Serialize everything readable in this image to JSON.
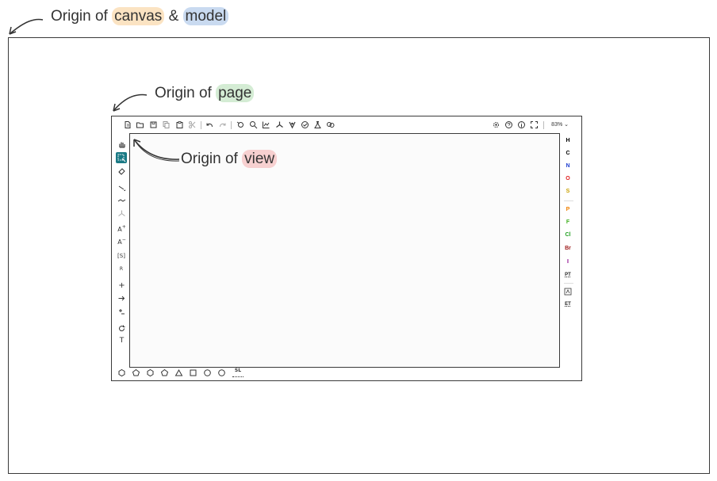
{
  "annotations": {
    "canvas_model": {
      "prefix": "Origin of ",
      "canvas": "canvas",
      "amp": " & ",
      "model": "model"
    },
    "page": {
      "prefix": "Origin of ",
      "word": "page"
    },
    "view": {
      "prefix": "Origin of ",
      "word": "view"
    }
  },
  "colors": {
    "canvas_highlight": "#fbe3c2",
    "model_highlight": "#c9daf0",
    "page_highlight": "#d4ecd4",
    "view_highlight": "#f7d0d0",
    "select_tool_bg": "#1b7a85"
  },
  "top_toolbar": {
    "tools": [
      "new-file-icon",
      "open-file-icon",
      "save-icon",
      "copy-icon",
      "paste-icon",
      "cut-icon",
      "undo-icon",
      "redo-icon",
      "layout-icon",
      "zoom-icon",
      "chart-icon",
      "structure-icon",
      "aromatize-icon",
      "check-icon",
      "analyze-icon",
      "3d-view-icon"
    ],
    "right_tools": [
      "settings-icon",
      "help-icon",
      "about-icon",
      "fullscreen-icon"
    ],
    "zoom": "83%"
  },
  "left_toolbar": {
    "labels": {
      "charge_plus": "A",
      "charge_minus": "A",
      "sgroup": "[S]",
      "rgroup": "R",
      "plus": "+",
      "text": "T"
    }
  },
  "right_toolbar": {
    "atoms": [
      {
        "symbol": "H",
        "color": "#000000"
      },
      {
        "symbol": "C",
        "color": "#000000"
      },
      {
        "symbol": "N",
        "color": "#1f3fd0"
      },
      {
        "symbol": "O",
        "color": "#e02020"
      },
      {
        "symbol": "S",
        "color": "#c9a100"
      },
      {
        "symbol": "P",
        "color": "#f08000"
      },
      {
        "symbol": "F",
        "color": "#40b020"
      },
      {
        "symbol": "Cl",
        "color": "#20a020"
      },
      {
        "symbol": "Br",
        "color": "#a02020"
      },
      {
        "symbol": "I",
        "color": "#8a008a"
      }
    ],
    "periodic_table": "PT",
    "extended_table": "ET"
  },
  "bottom_toolbar": {
    "shapes": [
      "cyclohexane-icon",
      "cyclopentane-icon",
      "benzene-icon",
      "cyclopentadiene-icon",
      "cyclopropane-icon",
      "cyclobutane-icon",
      "cycloheptane-icon",
      "cyclooctane-icon"
    ],
    "library_label": "SL"
  }
}
